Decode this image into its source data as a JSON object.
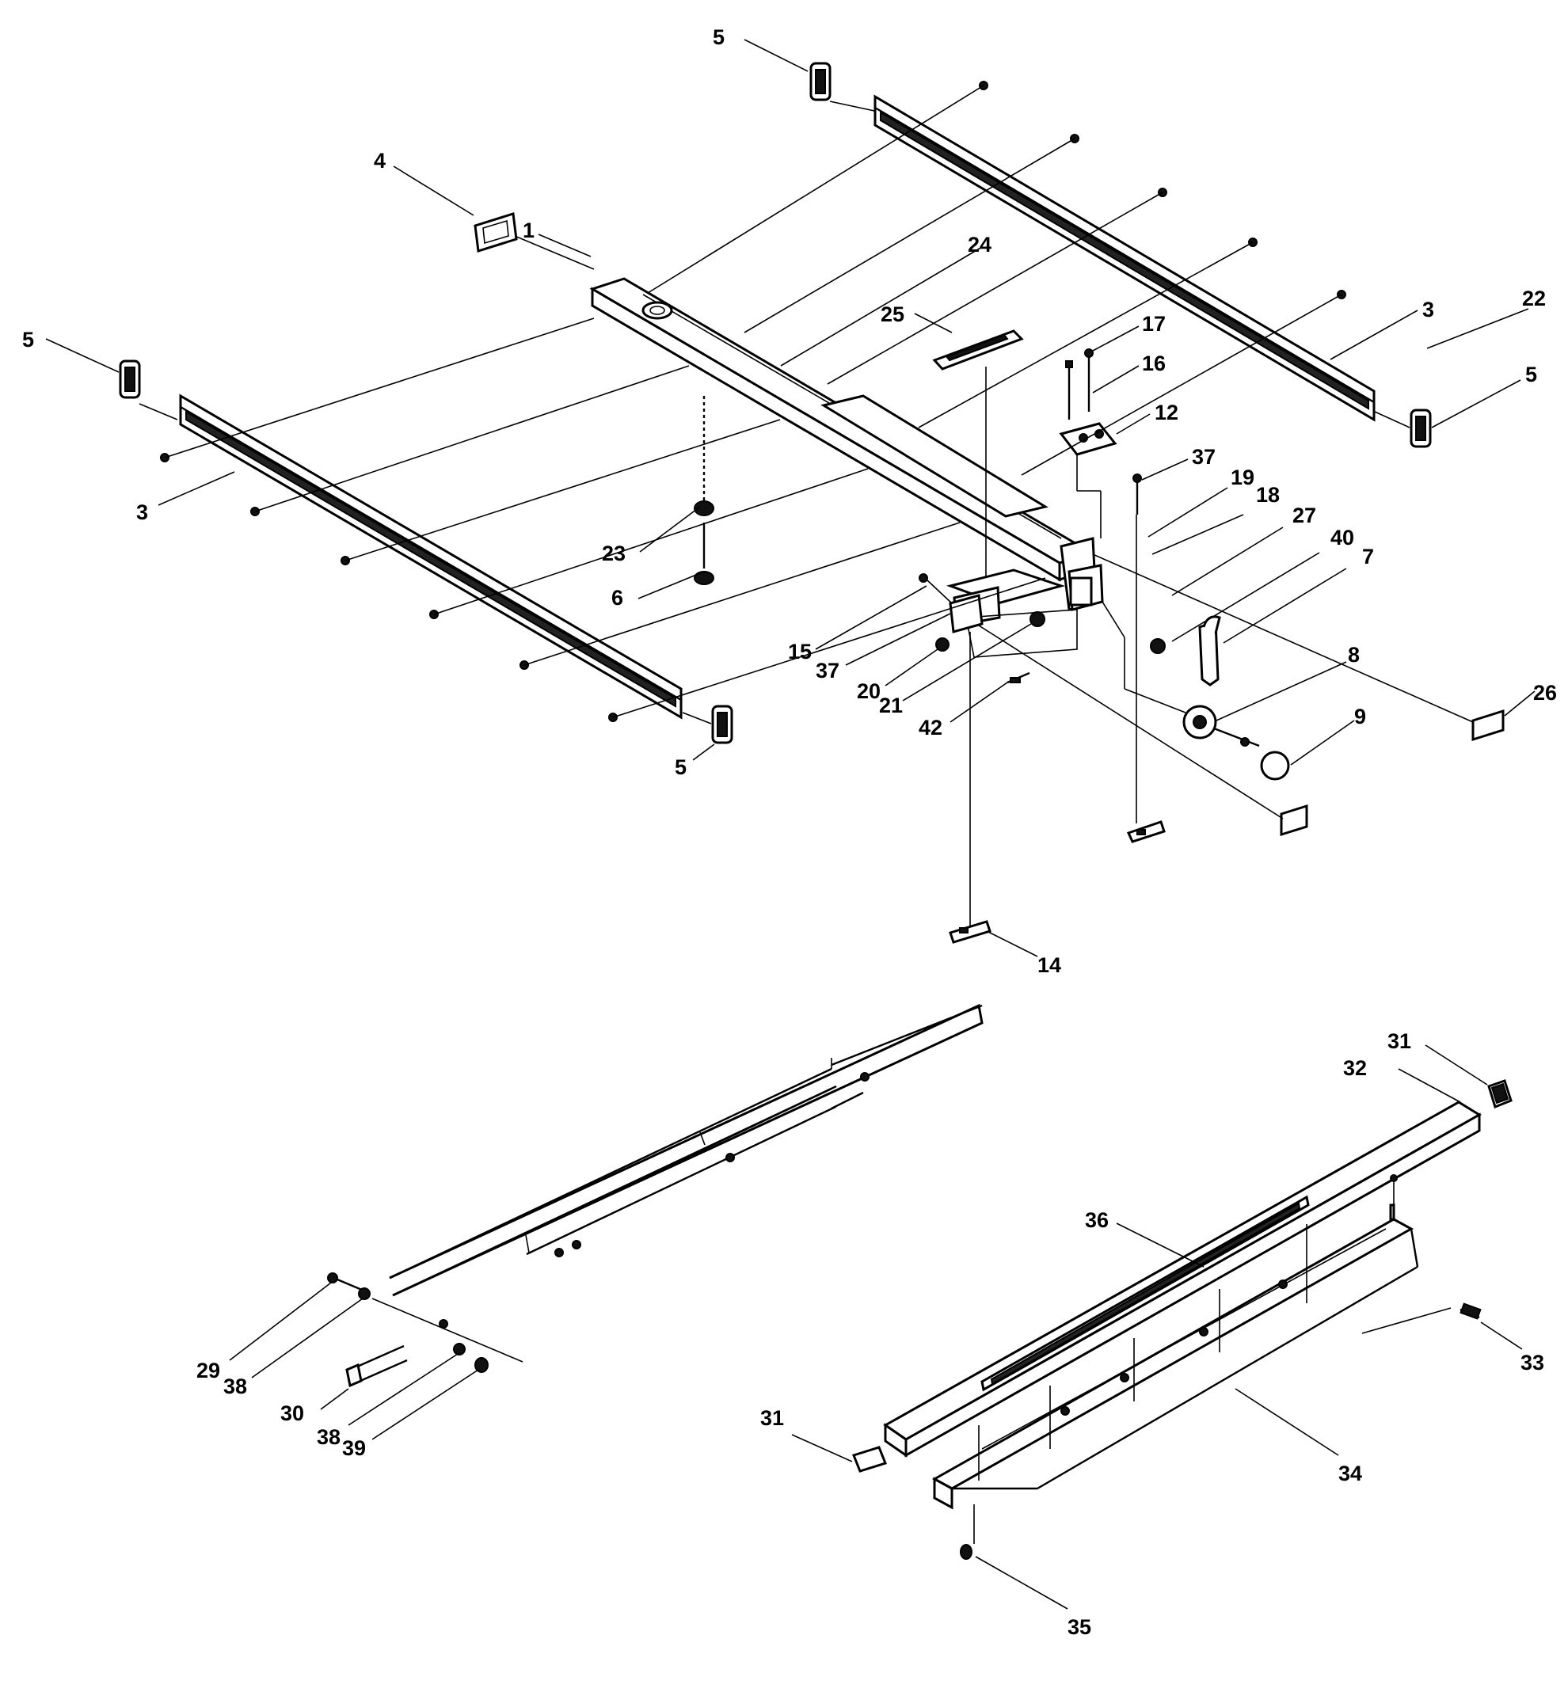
{
  "labels": {
    "l1": "1",
    "l3a": "3",
    "l3b": "3",
    "l4": "4",
    "l5a": "5",
    "l5b": "5",
    "l5c": "5",
    "l5d": "5",
    "l6": "6",
    "l7": "7",
    "l8": "8",
    "l9": "9",
    "l12": "12",
    "l14": "14",
    "l15": "15",
    "l16": "16",
    "l17": "17",
    "l18": "18",
    "l19": "19",
    "l20": "20",
    "l21": "21",
    "l22": "22",
    "l23": "23",
    "l24": "24",
    "l25": "25",
    "l26": "26",
    "l27": "27",
    "l29": "29",
    "l30": "30",
    "l31a": "31",
    "l31b": "31",
    "l32": "32",
    "l33": "33",
    "l34": "34",
    "l35": "35",
    "l36": "36",
    "l37a": "37",
    "l37b": "37",
    "l38a": "38",
    "l38b": "38",
    "l39": "39",
    "l40": "40",
    "l42": "42"
  }
}
